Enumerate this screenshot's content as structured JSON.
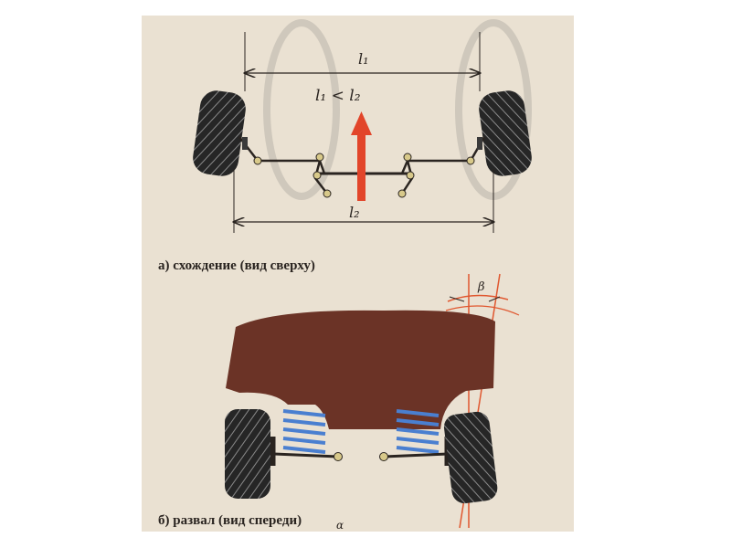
{
  "top": {
    "label_l1": "l₁",
    "relation": "l₁ < l₂",
    "label_l2": "l₂",
    "caption": "а) схождение (вид сверху)"
  },
  "bottom": {
    "angle_beta": "β",
    "angle_alpha": "α",
    "caption": "б) развал (вид спереди)"
  },
  "colors": {
    "paper": "#eae1d2",
    "body": "#6b3326",
    "arrow": "#e2452a",
    "spring": "#4a7fd0",
    "tire": "#262626",
    "angle_lines": "#e0572f"
  }
}
